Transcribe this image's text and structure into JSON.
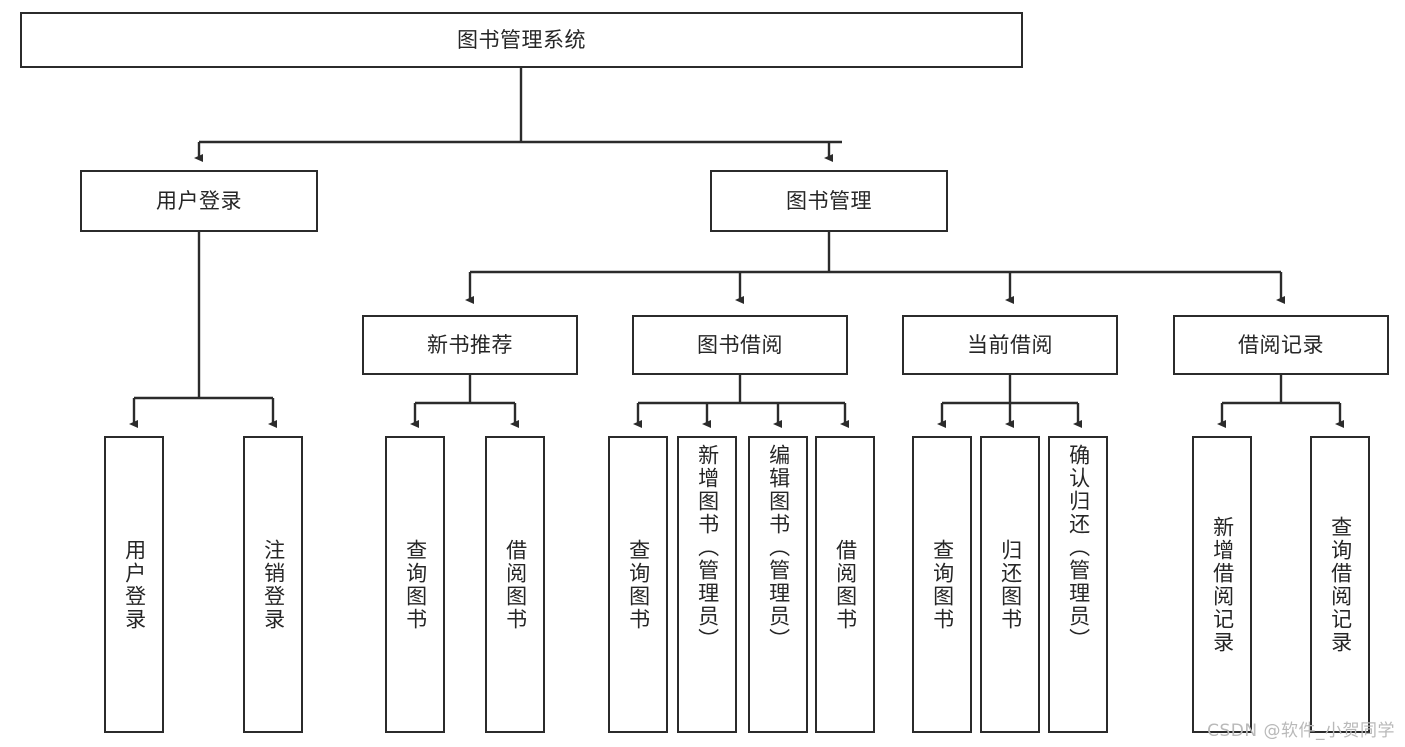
{
  "diagram": {
    "title": "图书管理系统",
    "type": "tree-hierarchy-chart",
    "root": {
      "id": "root",
      "label": "图书管理系统"
    },
    "level2": [
      {
        "id": "user-login",
        "label": "用户登录"
      },
      {
        "id": "book-management",
        "label": "图书管理"
      }
    ],
    "level3": [
      {
        "id": "new-book-recommend",
        "label": "新书推荐",
        "parent": "book-management"
      },
      {
        "id": "book-borrow",
        "label": "图书借阅",
        "parent": "book-management"
      },
      {
        "id": "current-borrow",
        "label": "当前借阅",
        "parent": "book-management"
      },
      {
        "id": "borrow-record",
        "label": "借阅记录",
        "parent": "book-management"
      }
    ],
    "leaves": [
      {
        "id": "leaf-user-login",
        "label": "用户登录",
        "parent": "user-login"
      },
      {
        "id": "leaf-logout-login",
        "label": "注销登录",
        "parent": "user-login"
      },
      {
        "id": "leaf-query-book-recommend",
        "label": "查询图书",
        "parent": "new-book-recommend"
      },
      {
        "id": "leaf-borrow-book-recommend",
        "label": "借阅图书",
        "parent": "new-book-recommend"
      },
      {
        "id": "leaf-query-book-borrow",
        "label": "查询图书",
        "parent": "book-borrow"
      },
      {
        "id": "leaf-add-book-admin",
        "label": "新增图书（管理员）",
        "parent": "book-borrow"
      },
      {
        "id": "leaf-edit-book-admin",
        "label": "编辑图书（管理员）",
        "parent": "book-borrow"
      },
      {
        "id": "leaf-borrow-book",
        "label": "借阅图书",
        "parent": "book-borrow"
      },
      {
        "id": "leaf-query-book-current",
        "label": "查询图书",
        "parent": "current-borrow"
      },
      {
        "id": "leaf-return-book",
        "label": "归还图书",
        "parent": "current-borrow"
      },
      {
        "id": "leaf-confirm-return-admin",
        "label": "确认归还（管理员）",
        "parent": "current-borrow"
      },
      {
        "id": "leaf-add-borrow-record",
        "label": "新增借阅记录",
        "parent": "borrow-record"
      },
      {
        "id": "leaf-query-borrow-record",
        "label": "查询借阅记录",
        "parent": "borrow-record"
      }
    ],
    "watermark": "CSDN @软件_小贺同学",
    "colors": {
      "stroke": "#2b2b2b",
      "fill": "#ffffff",
      "text": "#262626",
      "watermark": "#b9b9b9"
    }
  }
}
